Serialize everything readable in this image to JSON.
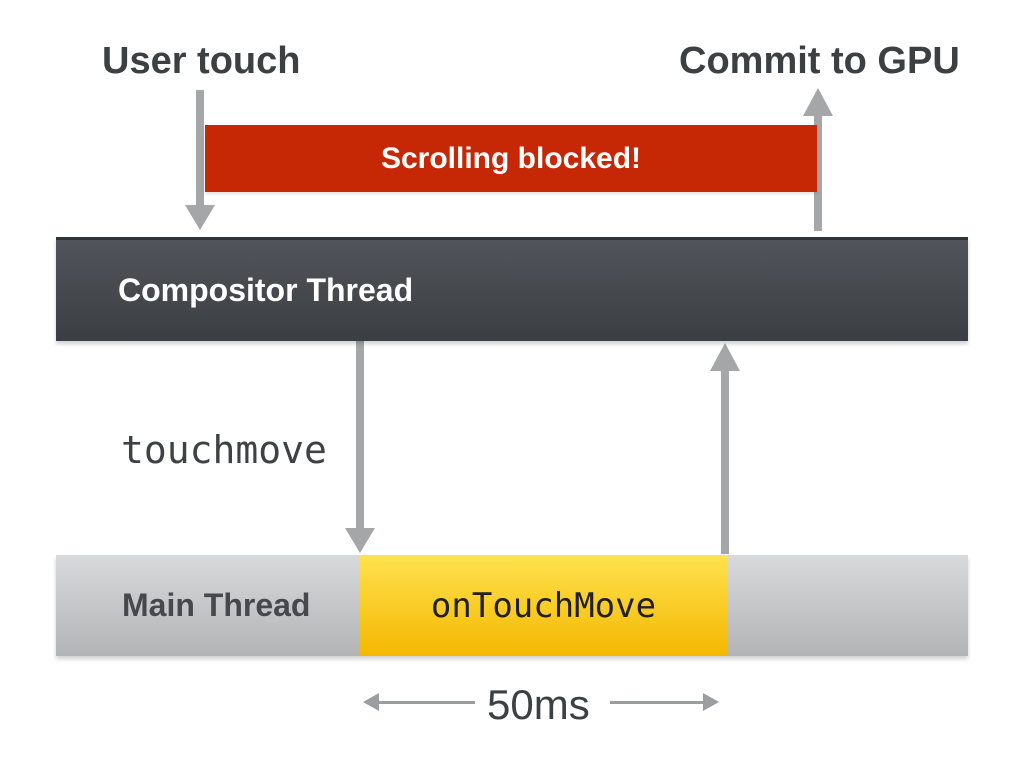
{
  "diagram": {
    "user_touch_label": "User touch",
    "commit_gpu_label": "Commit to GPU",
    "banner_text": "Scrolling blocked!",
    "compositor_thread_label": "Compositor Thread",
    "touchmove_event_label": "touchmove",
    "main_thread_label": "Main Thread",
    "handler_label": "onTouchMove",
    "duration_label": "50ms"
  },
  "colors": {
    "banner-red": "#c62806",
    "compositor-dark-top": "#51555b",
    "compositor-dark-bottom": "#3b3e42",
    "main-gray-top": "#d8d9da",
    "main-gray-bottom": "#b2b4b5",
    "handler-yellow-top": "#ffe24f",
    "handler-yellow-bottom": "#f3b800",
    "arrow-gray": "#a4a6a8",
    "text-dark": "#3c4043",
    "text-white": "#ffffff"
  }
}
